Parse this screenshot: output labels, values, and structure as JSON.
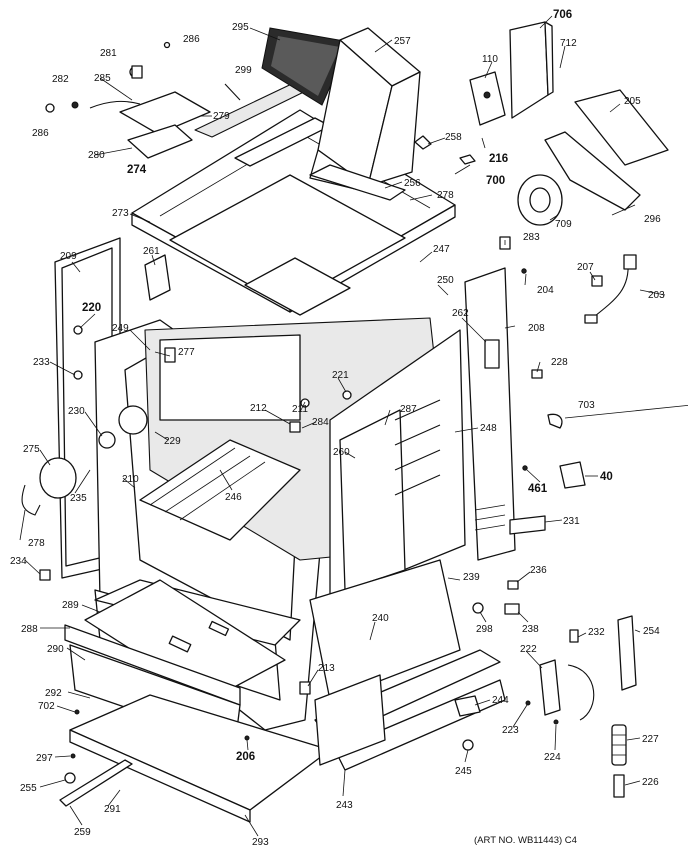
{
  "labels": {
    "l295": "295",
    "l257": "257",
    "l706": "706",
    "l712": "712",
    "l281": "281",
    "l286a": "286",
    "l299": "299",
    "l110": "110",
    "l205": "205",
    "l282": "282",
    "l285": "285",
    "l279": "279",
    "l258": "258",
    "l216": "216",
    "l286b": "286",
    "l280": "280",
    "l274": "274",
    "l700": "700",
    "l256": "256",
    "l278a": "278",
    "l709": "709",
    "l296": "296",
    "l273": "273",
    "l261": "261",
    "l247": "247",
    "l283": "283",
    "l207": "207",
    "l209": "209",
    "l250": "250",
    "l204": "204",
    "l203": "203",
    "l220": "220",
    "l262": "262",
    "l208": "208",
    "l249": "249",
    "l277": "277",
    "l228": "228",
    "l233": "233",
    "l221": "221",
    "l212": "212",
    "l287": "287",
    "l703": "703",
    "l230": "230",
    "l211": "211",
    "l284": "284",
    "l248": "248",
    "l229": "229",
    "l275": "275",
    "l260": "260",
    "l40": "40",
    "l210": "210",
    "l246": "246",
    "l461": "461",
    "l235": "235",
    "l278b": "278",
    "l231": "231",
    "l234": "234",
    "l239": "239",
    "l236": "236",
    "l289": "289",
    "l288": "288",
    "l298": "298",
    "l238": "238",
    "l240": "240",
    "l232": "232",
    "l254": "254",
    "l290": "290",
    "l222": "222",
    "l292": "292",
    "l213": "213",
    "l244": "244",
    "l702": "702",
    "l223": "223",
    "l227": "227",
    "l206": "206",
    "l224": "224",
    "l297": "297",
    "l245": "245",
    "l255": "255",
    "l226": "226",
    "l291": "291",
    "l243": "243",
    "l259": "259",
    "l293": "293"
  },
  "footer": {
    "art_number": "(ART NO. WB11443) C4"
  }
}
